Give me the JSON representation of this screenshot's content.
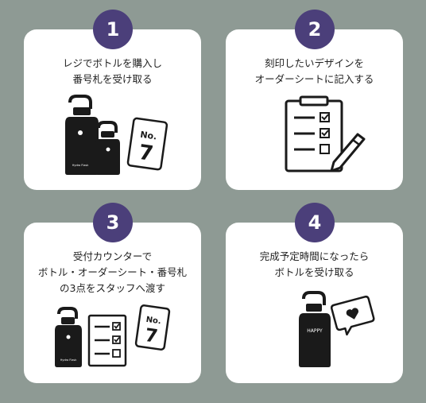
{
  "colors": {
    "background": "#8e9a94",
    "card": "#ffffff",
    "badge": "#4b3f7a",
    "bottle": "#1a1a1a"
  },
  "steps": [
    {
      "number": "1",
      "title": "レジでボトルを購入し\n番号札を受け取る",
      "icons": [
        "bottle-icon",
        "small-bottle-icon",
        "number-card-icon"
      ],
      "bottle_label": "Hydro Flask",
      "card_text_top": "No.",
      "card_text_num": "7"
    },
    {
      "number": "2",
      "title": "刻印したいデザインを\nオーダーシートに記入する",
      "icons": [
        "clipboard-checklist-icon",
        "pencil-icon"
      ]
    },
    {
      "number": "3",
      "title": "受付カウンターで\nボトル・オーダーシート・番号札\nの3点をスタッフへ渡す",
      "icons": [
        "bottle-icon",
        "checklist-icon",
        "number-card-icon"
      ],
      "bottle_label": "Hydro Flask",
      "card_text_top": "No.",
      "card_text_num": "7"
    },
    {
      "number": "4",
      "title": "完成予定時間になったら\nボトルを受け取る",
      "icons": [
        "bottle-icon",
        "heart-speech-bubble-icon"
      ],
      "engraving": "HAPPY"
    }
  ]
}
